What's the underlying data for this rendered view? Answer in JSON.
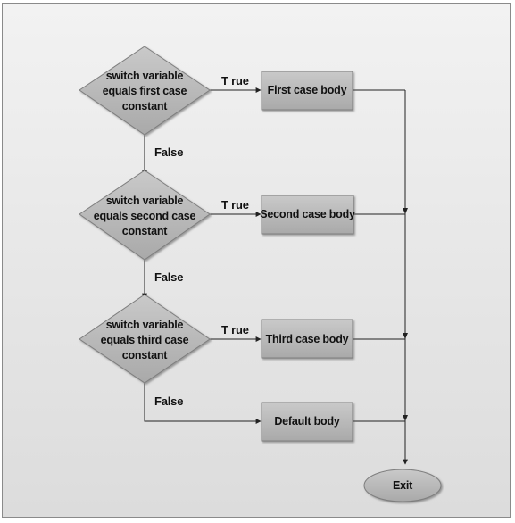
{
  "diagram": {
    "decisions": [
      {
        "id": "d1",
        "lines": [
          "switch variable",
          "equals first case",
          "constant"
        ]
      },
      {
        "id": "d2",
        "lines": [
          "switch variable",
          "equals second case",
          "constant"
        ]
      },
      {
        "id": "d3",
        "lines": [
          "switch variable",
          "equals third case",
          "constant"
        ]
      }
    ],
    "processes": [
      {
        "id": "p1",
        "label": "First case body"
      },
      {
        "id": "p2",
        "label": "Second case body"
      },
      {
        "id": "p3",
        "label": "Third case body"
      },
      {
        "id": "p4",
        "label": "Default body"
      }
    ],
    "terminal": {
      "id": "exit",
      "label": "Exit"
    },
    "edge_labels": {
      "true": "T rue",
      "false": "False"
    },
    "colors": {
      "shape_fill": "#b9b9b9",
      "shape_edge": "#7e7e7e",
      "line": "#222222",
      "background": "#e6e6e6"
    }
  }
}
